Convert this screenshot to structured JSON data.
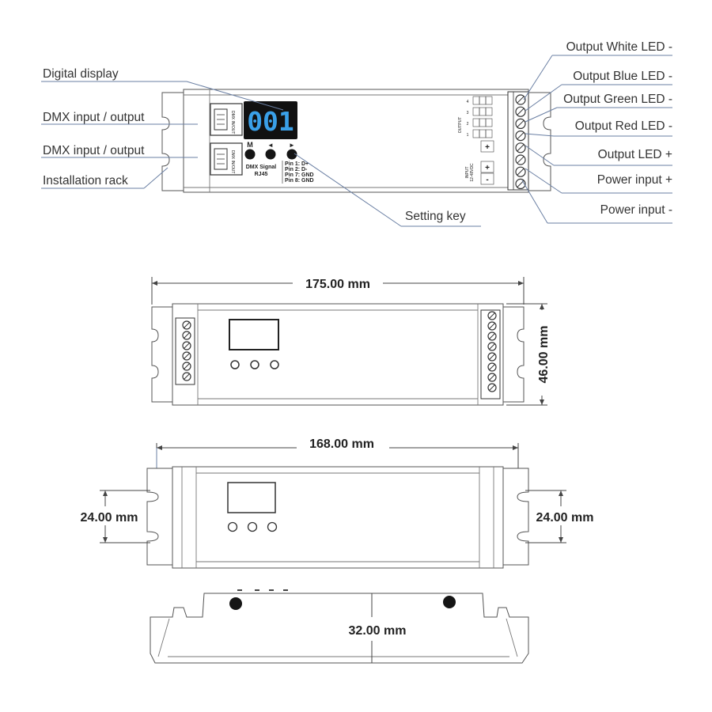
{
  "display": {
    "digits": "001"
  },
  "labels": {
    "digital_display": "Digital display",
    "dmx_io_1": "DMX input / output",
    "dmx_io_2": "DMX input / output",
    "installation_rack": "Installation rack",
    "setting_key": "Setting key",
    "output_white": "Output White LED -",
    "output_blue": "Output Blue LED -",
    "output_green": "Output Green LED -",
    "output_red": "Output Red LED -",
    "output_led_plus": "Output LED +",
    "power_input_plus": "Power input +",
    "power_input_minus": "Power input -"
  },
  "device": {
    "keys": {
      "m": "M",
      "left": "◄",
      "right": "►"
    },
    "dmx_signal": "DMX Signal",
    "rj45": "RJ45",
    "pins": [
      "Pin 1: D+",
      "Pin 2: D-",
      "Pin 7: GND",
      "Pin 8: GND"
    ],
    "output_heading": "OUTPUT",
    "input_heading": "INPUT",
    "input_voltage": "12-48VDC",
    "channel_numbers": [
      "4",
      "3",
      "2",
      "1"
    ],
    "terminal_signs": [
      "+",
      "+",
      "-"
    ],
    "colors": {
      "display_bg": "#111111",
      "display_digits": "#3aa0e8",
      "leader_line": "#6a7fa3"
    }
  },
  "dimensions": {
    "length_overall": "175.00 mm",
    "width": "46.00 mm",
    "hole_spacing": "168.00 mm",
    "slot_left": "24.00 mm",
    "slot_right": "24.00 mm",
    "height": "32.00 mm"
  }
}
